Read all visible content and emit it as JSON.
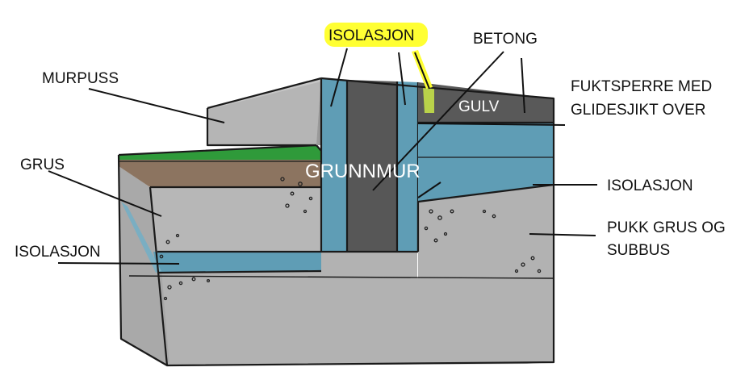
{
  "labels": {
    "isolasjon_top": "ISOLASJON",
    "betong": "BETONG",
    "murpuss": "MURPUSS",
    "fuktsperre_line1": "FUKTSPERRE MED",
    "fuktsperre_line2": "GLIDESJIKT OVER",
    "gulv": "GULV",
    "grunnmur": "GRUNNMUR",
    "grus": "GRUS",
    "isolasjon_right": "ISOLASJON",
    "pukk_line1": "PUKK GRUS OG",
    "pukk_line2": "SUBBUS",
    "isolasjon_left": "ISOLASJON"
  },
  "colors": {
    "highlight": "#ffff33",
    "insulation": "#5f9db5",
    "concrete_dark": "#575757",
    "gravel": "#b0b0b0",
    "grass": "#2f9a3a",
    "soil": "#8c7460"
  }
}
